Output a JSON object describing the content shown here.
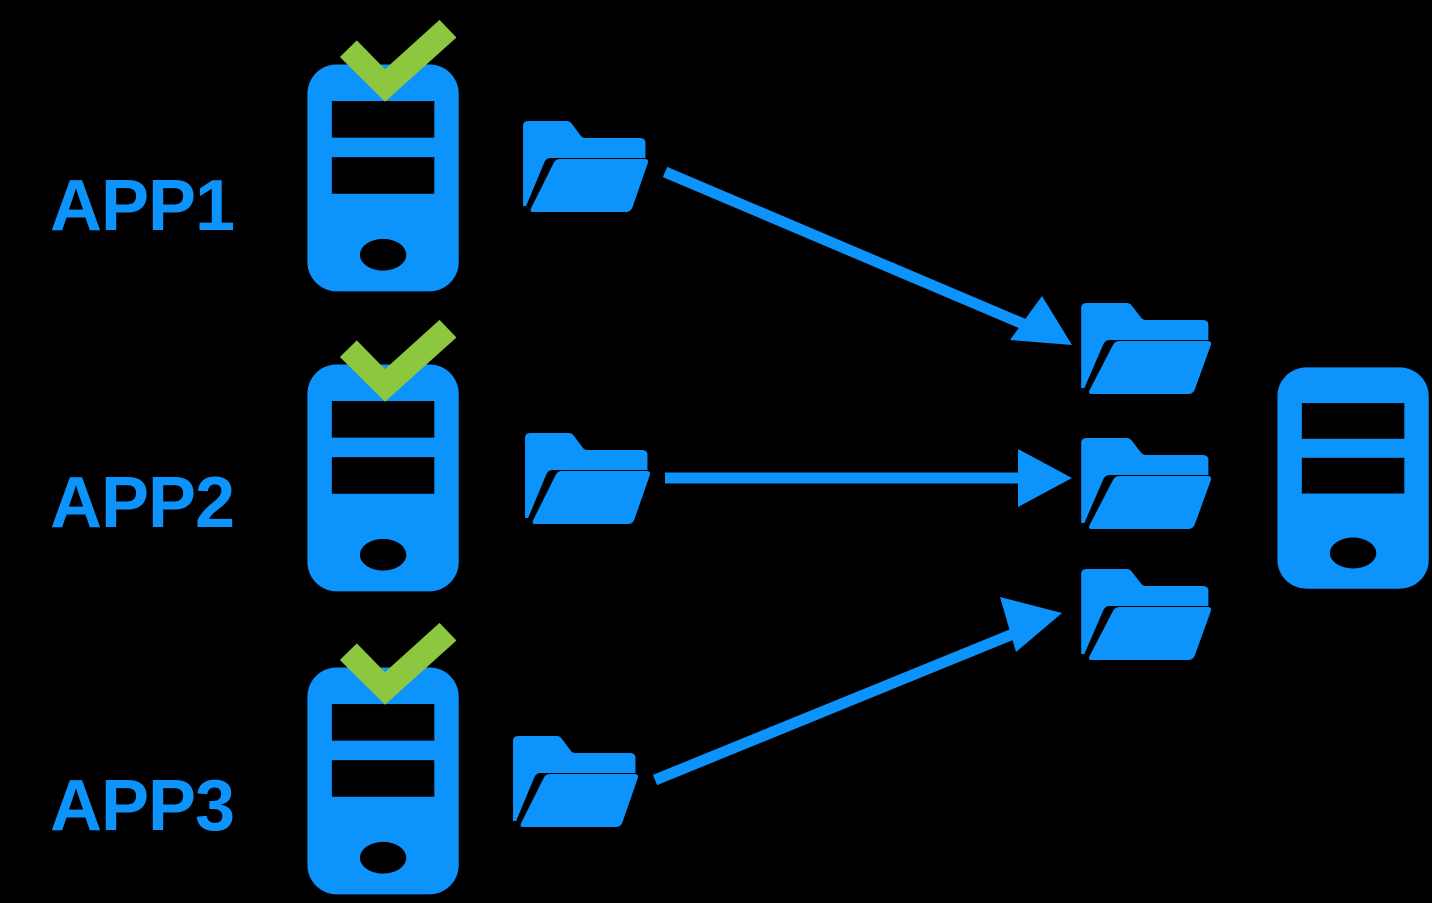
{
  "diagram": {
    "title": "Application folder consolidation diagram",
    "background_color": "#000000",
    "palette": {
      "blue": "#0d93fc",
      "green": "#8dc63f",
      "black": "#000000"
    },
    "app_rows": [
      {
        "label": "APP1",
        "label_color": "#0d93fc",
        "server_icon": "server-tower-icon",
        "status_icon": "check-mark-icon",
        "status_icon_color": "#8dc63f",
        "source_folder_icon": "open-folder-icon",
        "target_folder_icon": "open-folder-icon",
        "connector_icon": "arrow-icon",
        "connector_direction": "down-right"
      },
      {
        "label": "APP2",
        "label_color": "#0d93fc",
        "server_icon": "server-tower-icon",
        "status_icon": "check-mark-icon",
        "status_icon_color": "#8dc63f",
        "source_folder_icon": "open-folder-icon",
        "target_folder_icon": "open-folder-icon",
        "connector_icon": "arrow-icon",
        "connector_direction": "right"
      },
      {
        "label": "APP3",
        "label_color": "#0d93fc",
        "server_icon": "server-tower-icon",
        "status_icon": "check-mark-icon",
        "status_icon_color": "#8dc63f",
        "source_folder_icon": "open-folder-icon",
        "target_folder_icon": "open-folder-icon",
        "connector_icon": "arrow-icon",
        "connector_direction": "up-right"
      }
    ],
    "destination": {
      "server_icon": "server-tower-icon",
      "has_status_icon": false,
      "label": ""
    }
  }
}
